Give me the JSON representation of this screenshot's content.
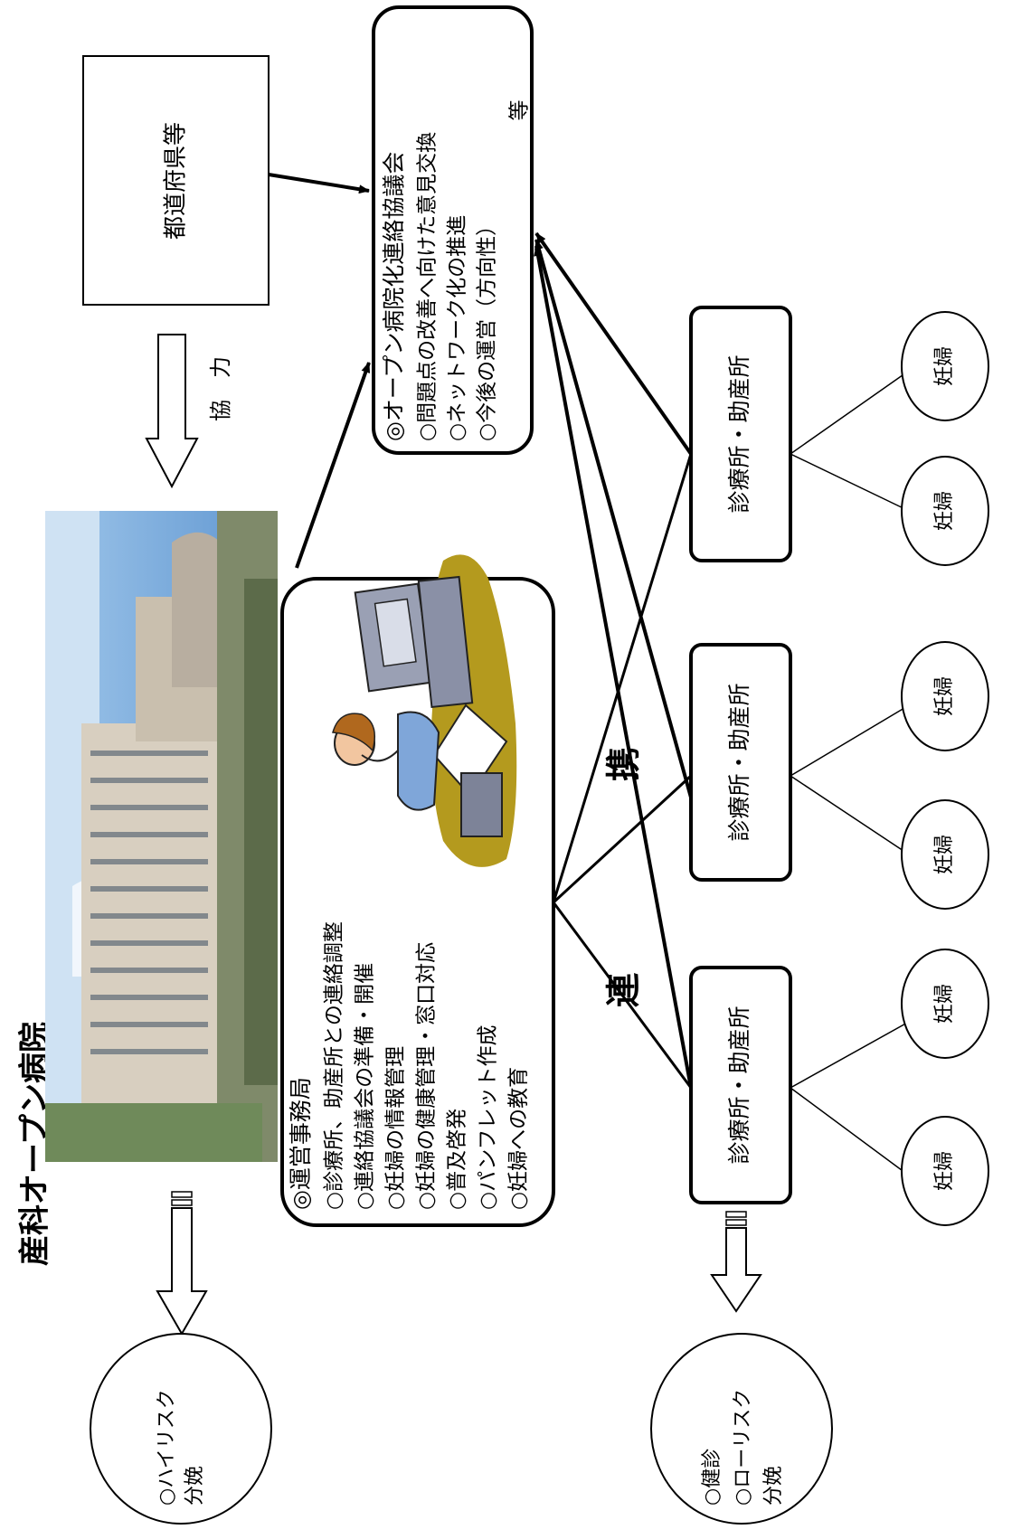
{
  "title": "産科オープン病院",
  "prefecture": {
    "label": "都道府県等"
  },
  "cooperation_label": "協　力",
  "council": {
    "heading": "◎オープン病院化連絡協議会",
    "items": [
      "○問題点の改善へ向けた意見交換",
      "○ネットワーク化の推進",
      "○今後の運営（方向性）"
    ],
    "suffix": "等"
  },
  "office": {
    "heading": "◎運営事務局",
    "items": [
      "○診療所、助産所との連絡調整",
      "○連絡協議会の準備・開催",
      "○妊婦の情報管理",
      "○妊婦の健康管理・窓口対応",
      "○普及啓発",
      "○パンフレット作成",
      "○妊婦への教育"
    ]
  },
  "clinics": [
    {
      "label": "診療所・助産所",
      "patients": [
        "妊婦",
        "妊婦"
      ]
    },
    {
      "label": "診療所・助産所",
      "patients": [
        "妊婦",
        "妊婦"
      ]
    },
    {
      "label": "診療所・助産所",
      "patients": [
        "妊婦",
        "妊婦"
      ]
    }
  ],
  "link_label": [
    "連",
    "携"
  ],
  "high_risk": {
    "line1": "○ハイリスク",
    "line2": "分娩"
  },
  "low_risk": {
    "line1": "○健診",
    "line2": "○ローリスク",
    "line3": "分娩"
  }
}
